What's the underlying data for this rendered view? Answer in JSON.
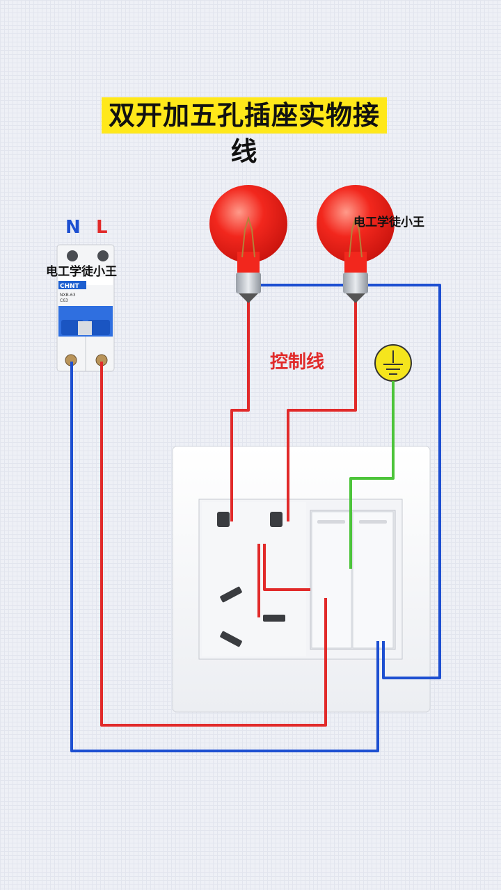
{
  "title": "双开加五孔插座实物接线",
  "terminals": {
    "n": "N",
    "l": "L"
  },
  "breaker": {
    "brand": "CHNT",
    "model": "NXB-63",
    "rating": "C63"
  },
  "watermark": "电工学徒小王",
  "control_wire_label": "控制线",
  "colors": {
    "live": "#e12a2a",
    "neutral": "#1d4fd1",
    "earth": "#4cc43a",
    "bulb": "#f2271d",
    "title_bg": "#ffe81a"
  }
}
